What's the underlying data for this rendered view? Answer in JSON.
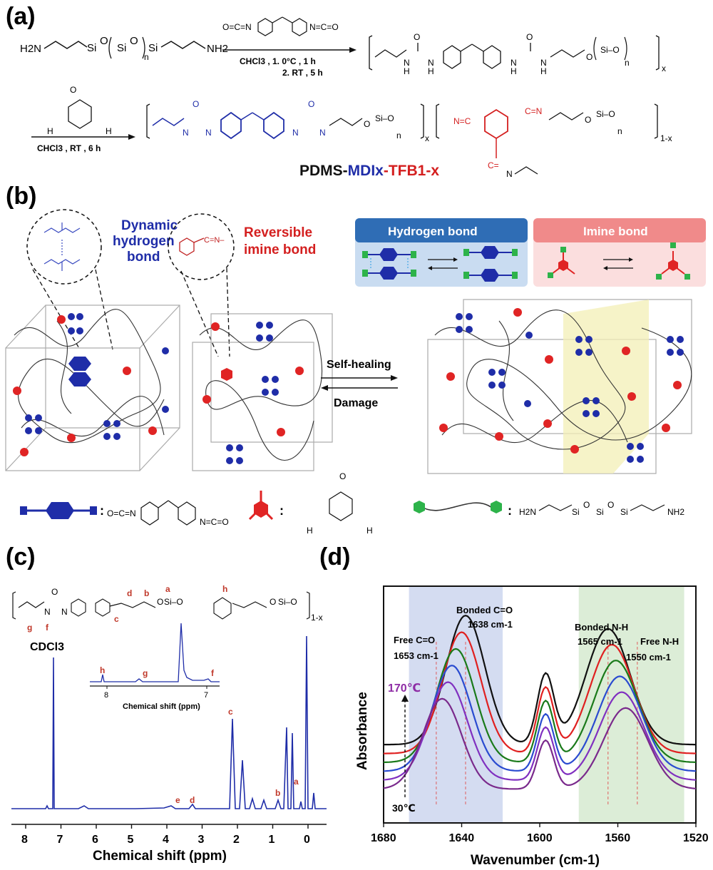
{
  "panels": {
    "a": "(a)",
    "b": "(b)",
    "c": "(c)",
    "d": "(d)"
  },
  "scheme_a": {
    "reactant_left_h2n": "H2N",
    "reactant_right_nh2": "NH2",
    "step1_cond_solvent": "CHCl3 , 1. 0°C , 1 h",
    "step1_cond_2": "2. RT , 5 h",
    "step2_cond": "CHCl3 , RT , 6 h",
    "polymer_name_pdms": "PDMS-",
    "polymer_name_mdi": "MDIx",
    "polymer_name_tfb": "-TFB1-x",
    "subscript_x": "x",
    "subscript_1x": "1-x",
    "subscript_n": "n"
  },
  "scheme_b": {
    "dynamic_label_1": "Dynamic",
    "dynamic_label_2": "hydrogen",
    "dynamic_label_3": "bond",
    "reversible_label_1": "Reversible",
    "reversible_label_2": "imine bond",
    "hbond_box_title": "Hydrogen bond",
    "imine_box_title": "Imine bond",
    "self_healing": "Self-healing",
    "damage": "Damage",
    "legend_colon": ":",
    "colors": {
      "blue": "#1f2da8",
      "red": "#e02424",
      "green": "#2db34a",
      "hbond_header": "#2f6db5",
      "imine_header": "#f08a8a",
      "hbond_bg": "#c9dcf1",
      "imine_bg": "#fbdede"
    }
  },
  "nmr_c": {
    "solvent_label": "CDCl3",
    "peak_labels": [
      "a",
      "b",
      "c",
      "d",
      "e",
      "f",
      "g",
      "h"
    ],
    "inset_xlabel": "Chemical shift (ppm)",
    "inset_ticks": [
      "8",
      "7"
    ],
    "xlabel": "Chemical shift (ppm)",
    "xticks": [
      "8",
      "7",
      "6",
      "5",
      "4",
      "3",
      "2",
      "1",
      "0"
    ]
  },
  "chart_data": {
    "type": "line",
    "xlabel": "Wavenumber (cm-1)",
    "ylabel": "Absorbance",
    "xlim": [
      1680,
      1520
    ],
    "xticks": [
      1680,
      1640,
      1600,
      1560,
      1520
    ],
    "annotations": {
      "free_co": "Free C=O",
      "free_co_wn": "1653 cm-1",
      "bonded_co": "Bonded C=O",
      "bonded_co_wn": "1638 cm-1",
      "bonded_nh": "Bonded N-H",
      "bonded_nh_wn": "1565 cm-1",
      "free_nh": "Free N-H",
      "free_nh_wn": "1550 cm-1",
      "t_high": "170℃",
      "t_low": "30℃"
    },
    "shaded_regions": [
      [
        1667,
        1619
      ],
      [
        1580,
        1526
      ]
    ],
    "series": [
      {
        "color": "#111111",
        "peak1": 1638,
        "peak2": 1565,
        "offset": 0.0
      },
      {
        "color": "#e02020",
        "peak1": 1640,
        "peak2": 1563,
        "offset": 0.06
      },
      {
        "color": "#1a7a1a",
        "peak1": 1643,
        "peak2": 1561,
        "offset": 0.12
      },
      {
        "color": "#2a4bd0",
        "peak1": 1645,
        "peak2": 1559,
        "offset": 0.18
      },
      {
        "color": "#8030c0",
        "peak1": 1647,
        "peak2": 1558,
        "offset": 0.24
      },
      {
        "color": "#7a2a8c",
        "peak1": 1650,
        "peak2": 1556,
        "offset": 0.3
      }
    ]
  }
}
